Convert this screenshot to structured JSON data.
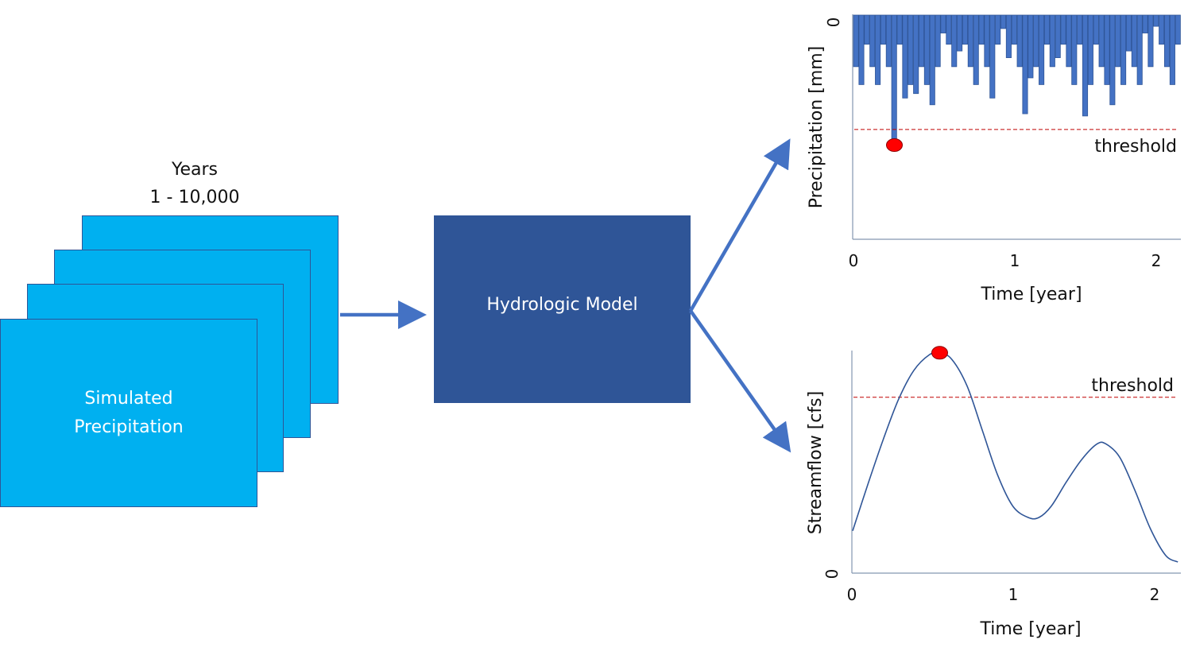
{
  "input_stack": {
    "title_line1": "Years",
    "title_line2": "1 - 10,000",
    "label_line1": "Simulated",
    "label_line2": "Precipitation",
    "layer_count": 4,
    "fill_color": "#00b0f0"
  },
  "model": {
    "label": "Hydrologic Model",
    "fill_color": "#2f5597"
  },
  "arrow_color": "#4472c4",
  "chart_data": [
    {
      "type": "bar",
      "name": "precipitation",
      "orientation": "inverted (bars hang from top)",
      "title": "",
      "xlabel": "Time [year]",
      "ylabel": "Precipitation [mm]",
      "x_ticks": [
        "0",
        "1",
        "2"
      ],
      "y_ticks": [
        "0"
      ],
      "xlim": [
        0,
        2.15
      ],
      "ylim": [
        0,
        100
      ],
      "grid": false,
      "bar_color": "#4472c4",
      "values": [
        23,
        31,
        13,
        23,
        31,
        13,
        23,
        58,
        13,
        37,
        31,
        35,
        23,
        31,
        40,
        23,
        8,
        13,
        23,
        16,
        13,
        23,
        31,
        13,
        23,
        37,
        13,
        6,
        19,
        13,
        23,
        44,
        28,
        23,
        31,
        13,
        23,
        19,
        13,
        23,
        31,
        13,
        45,
        31,
        13,
        23,
        31,
        40,
        23,
        31,
        16,
        23,
        31,
        8,
        23,
        5,
        13,
        23,
        31,
        13
      ],
      "threshold": {
        "label": "threshold",
        "value": 51,
        "color": "#c00000"
      },
      "exceedance_marker": {
        "bar_index": 7,
        "color": "#ff0000"
      }
    },
    {
      "type": "line",
      "name": "streamflow",
      "title": "",
      "xlabel": "Time [year]",
      "ylabel": "Streamflow [cfs]",
      "x_ticks": [
        "0",
        "1",
        "2"
      ],
      "y_ticks": [
        "0"
      ],
      "xlim": [
        0,
        2.15
      ],
      "ylim": [
        0,
        100
      ],
      "grid": false,
      "line_color": "#2f5597",
      "x": [
        0,
        0.1,
        0.2,
        0.3,
        0.4,
        0.5,
        0.57,
        0.65,
        0.75,
        0.85,
        0.95,
        1.05,
        1.15,
        1.22,
        1.3,
        1.4,
        1.5,
        1.6,
        1.66,
        1.75,
        1.85,
        1.95,
        2.05,
        2.13
      ],
      "y": [
        19,
        40,
        60,
        78,
        91,
        98,
        99,
        96,
        84,
        64,
        44,
        30,
        25,
        25,
        30,
        41,
        51,
        58,
        58,
        52,
        37,
        20,
        8,
        5
      ],
      "threshold": {
        "label": "threshold",
        "value": 79,
        "color": "#c00000"
      },
      "peak_marker": {
        "x": 0.57,
        "y": 99,
        "color": "#ff0000"
      }
    }
  ]
}
